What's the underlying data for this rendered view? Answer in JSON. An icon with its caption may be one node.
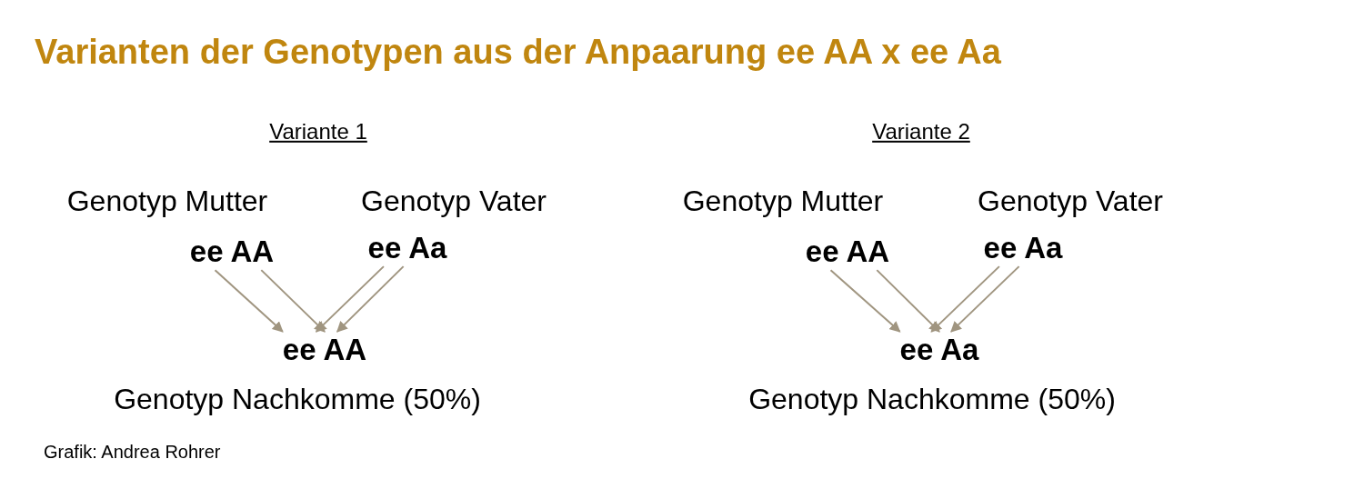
{
  "diagram": {
    "title": "Varianten der Genotypen aus der Anpaarung ee AA x ee Aa",
    "nodes": [
      {
        "text": [
          "ee AA"
        ],
        "beside": [
          "Genotyp Mutter"
        ]
      },
      {
        "text": [
          "ee Aa"
        ],
        "beside": [
          "Genotyp Vater"
        ]
      },
      {
        "text": [
          "ee AA"
        ],
        "beside": [
          "Genotyp Nachkomme (50%)"
        ]
      },
      {
        "text": [
          "ee AA"
        ],
        "beside": [
          "Genotyp Mutter"
        ]
      },
      {
        "text": [
          "ee Aa"
        ],
        "beside": [
          "Genotyp Vater"
        ]
      },
      {
        "text": [
          "ee Aa"
        ],
        "beside": [
          "Genotyp Nachkomme (50%)"
        ]
      }
    ],
    "edges": [
      {
        "from": 0,
        "to": 2,
        "arrow": "to"
      },
      {
        "from": 0,
        "to": 2,
        "arrow": "to"
      },
      {
        "from": 1,
        "to": 2,
        "arrow": "to"
      },
      {
        "from": 1,
        "to": 2,
        "arrow": "to"
      },
      {
        "from": 3,
        "to": 5,
        "arrow": "to"
      },
      {
        "from": 3,
        "to": 5,
        "arrow": "to"
      },
      {
        "from": 4,
        "to": 5,
        "arrow": "to"
      },
      {
        "from": 4,
        "to": 5,
        "arrow": "to"
      }
    ],
    "labels": [
      "Variante 1",
      "Variante 2"
    ],
    "caption": "Grafik: Andrea Rohrer"
  }
}
